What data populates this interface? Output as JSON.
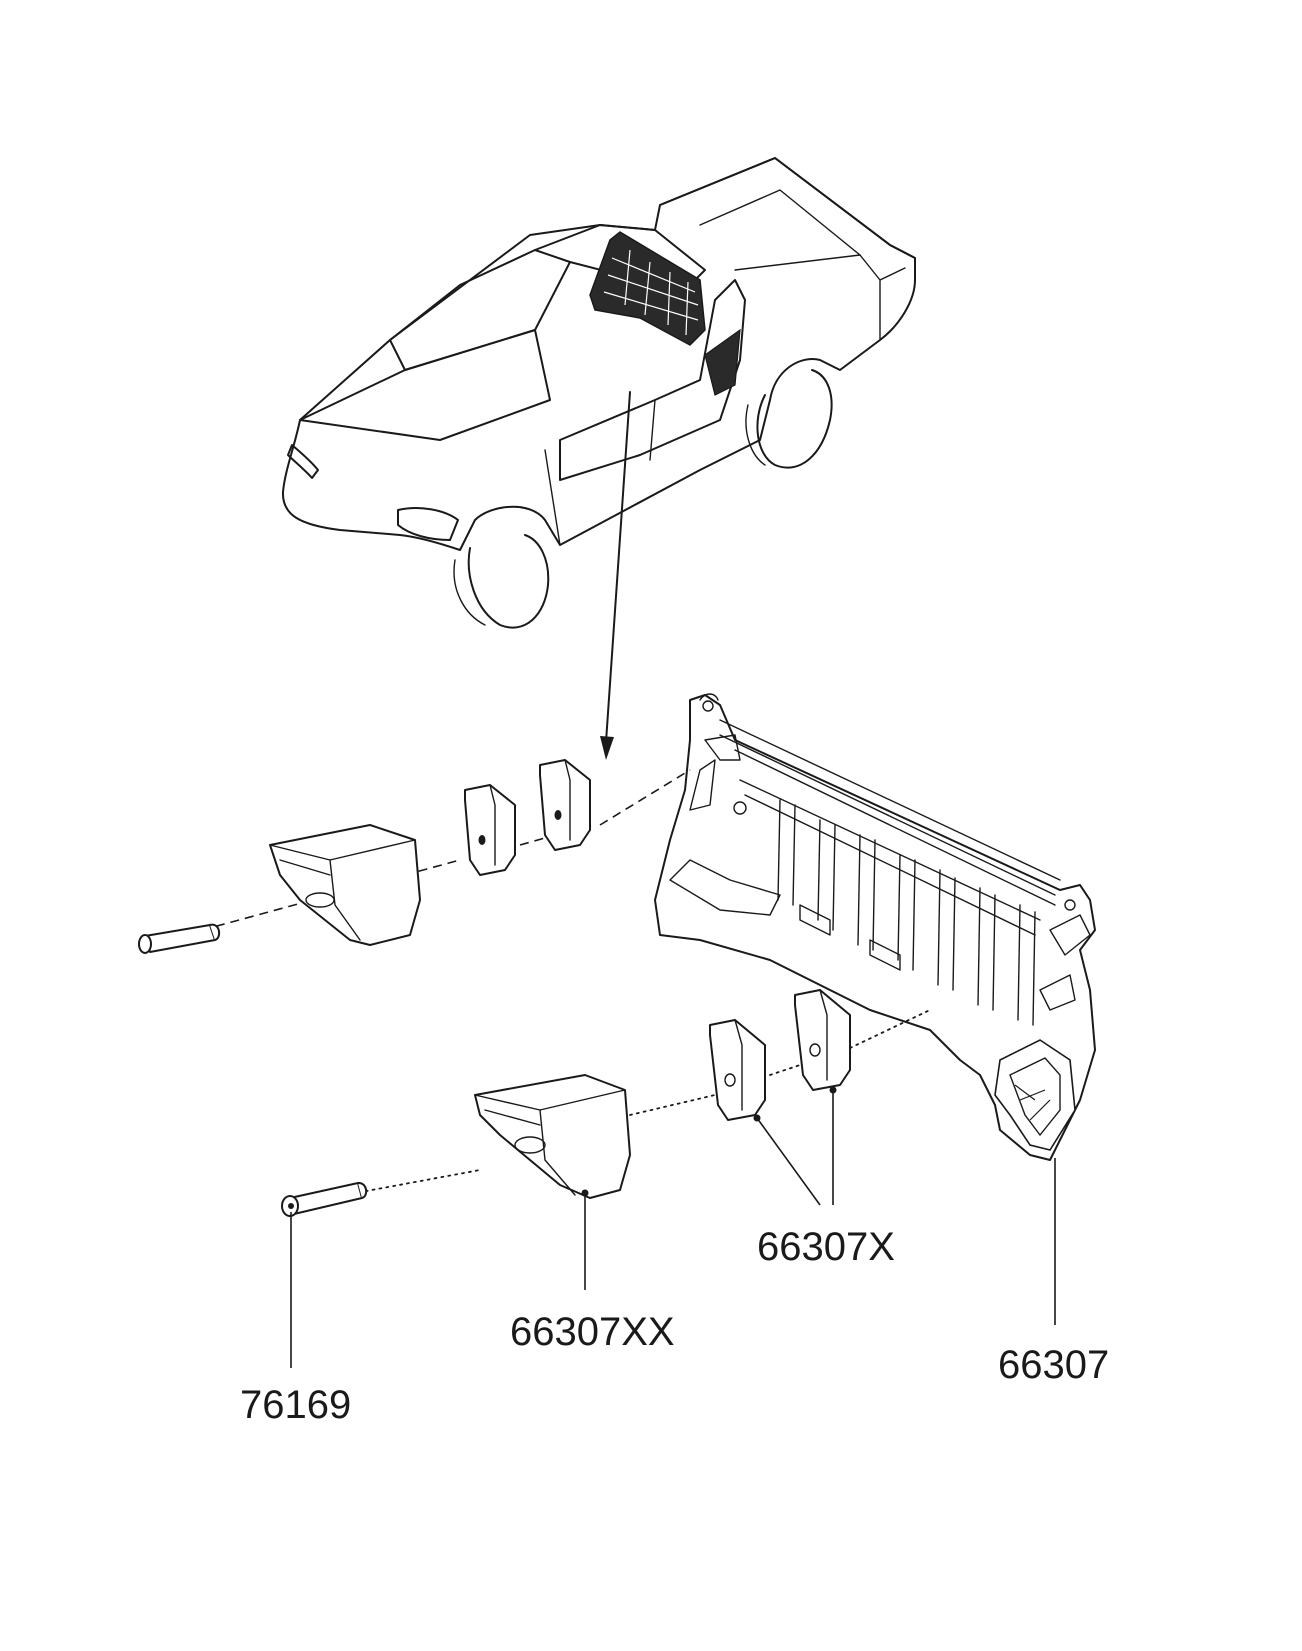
{
  "callouts": {
    "bolt": "76169",
    "bracket_large": "66307XX",
    "spacer_pair": "66307X",
    "rear_panel": "66307"
  }
}
